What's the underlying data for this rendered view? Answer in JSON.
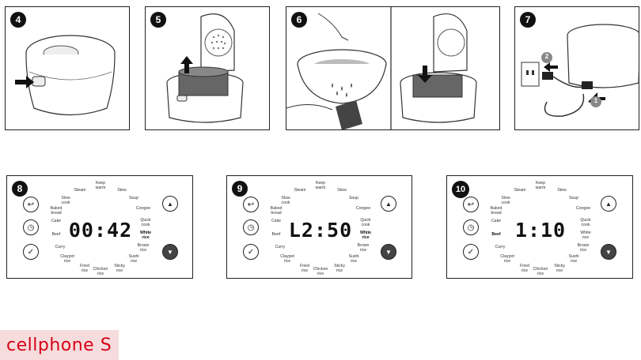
{
  "steps_top": [
    "4",
    "5",
    "6",
    "7"
  ],
  "steps_panel": [
    "8",
    "9",
    "10"
  ],
  "plug_markers": [
    "1",
    "2"
  ],
  "panels": [
    {
      "step": "8",
      "display": "00:42",
      "highlight": "white_rice"
    },
    {
      "step": "9",
      "display": "L2:50",
      "highlight": "white_rice"
    },
    {
      "step": "10",
      "display": "1:10",
      "highlight": "beef"
    }
  ],
  "menu": {
    "keep_warm": "Keep\nwarm",
    "steam": "Steam",
    "stew": "Stew",
    "slow_cook": "Slow\ncook",
    "soup": "Soup",
    "baked_bread": "Baked\nbread",
    "congee": "Congee",
    "cake": "Cake",
    "quick_cook": "Quick\ncook",
    "beef": "Beef",
    "white_rice": "White\nrice",
    "curry": "Curry",
    "brown_rice": "Brown\nrice",
    "claypot_rice": "Claypot\nrice",
    "sushi_rice": "Sushi\nrice",
    "fried_rice": "Fried\nrice",
    "chicken_rice": "Chicken\nrice",
    "sticky_rice": "Sticky\nrice"
  },
  "buttons": {
    "back": "↩",
    "timer": "◷",
    "ok": "✓",
    "up": "▲",
    "down": "▼"
  },
  "brand": {
    "text": "cellphone S",
    "color": "#d70018"
  },
  "icons": [
    "arrow-icon",
    "hand-icon",
    "water-drop-icon",
    "plug-icon",
    "rice-cooker-icon",
    "clock-icon",
    "check-icon",
    "back-icon"
  ]
}
